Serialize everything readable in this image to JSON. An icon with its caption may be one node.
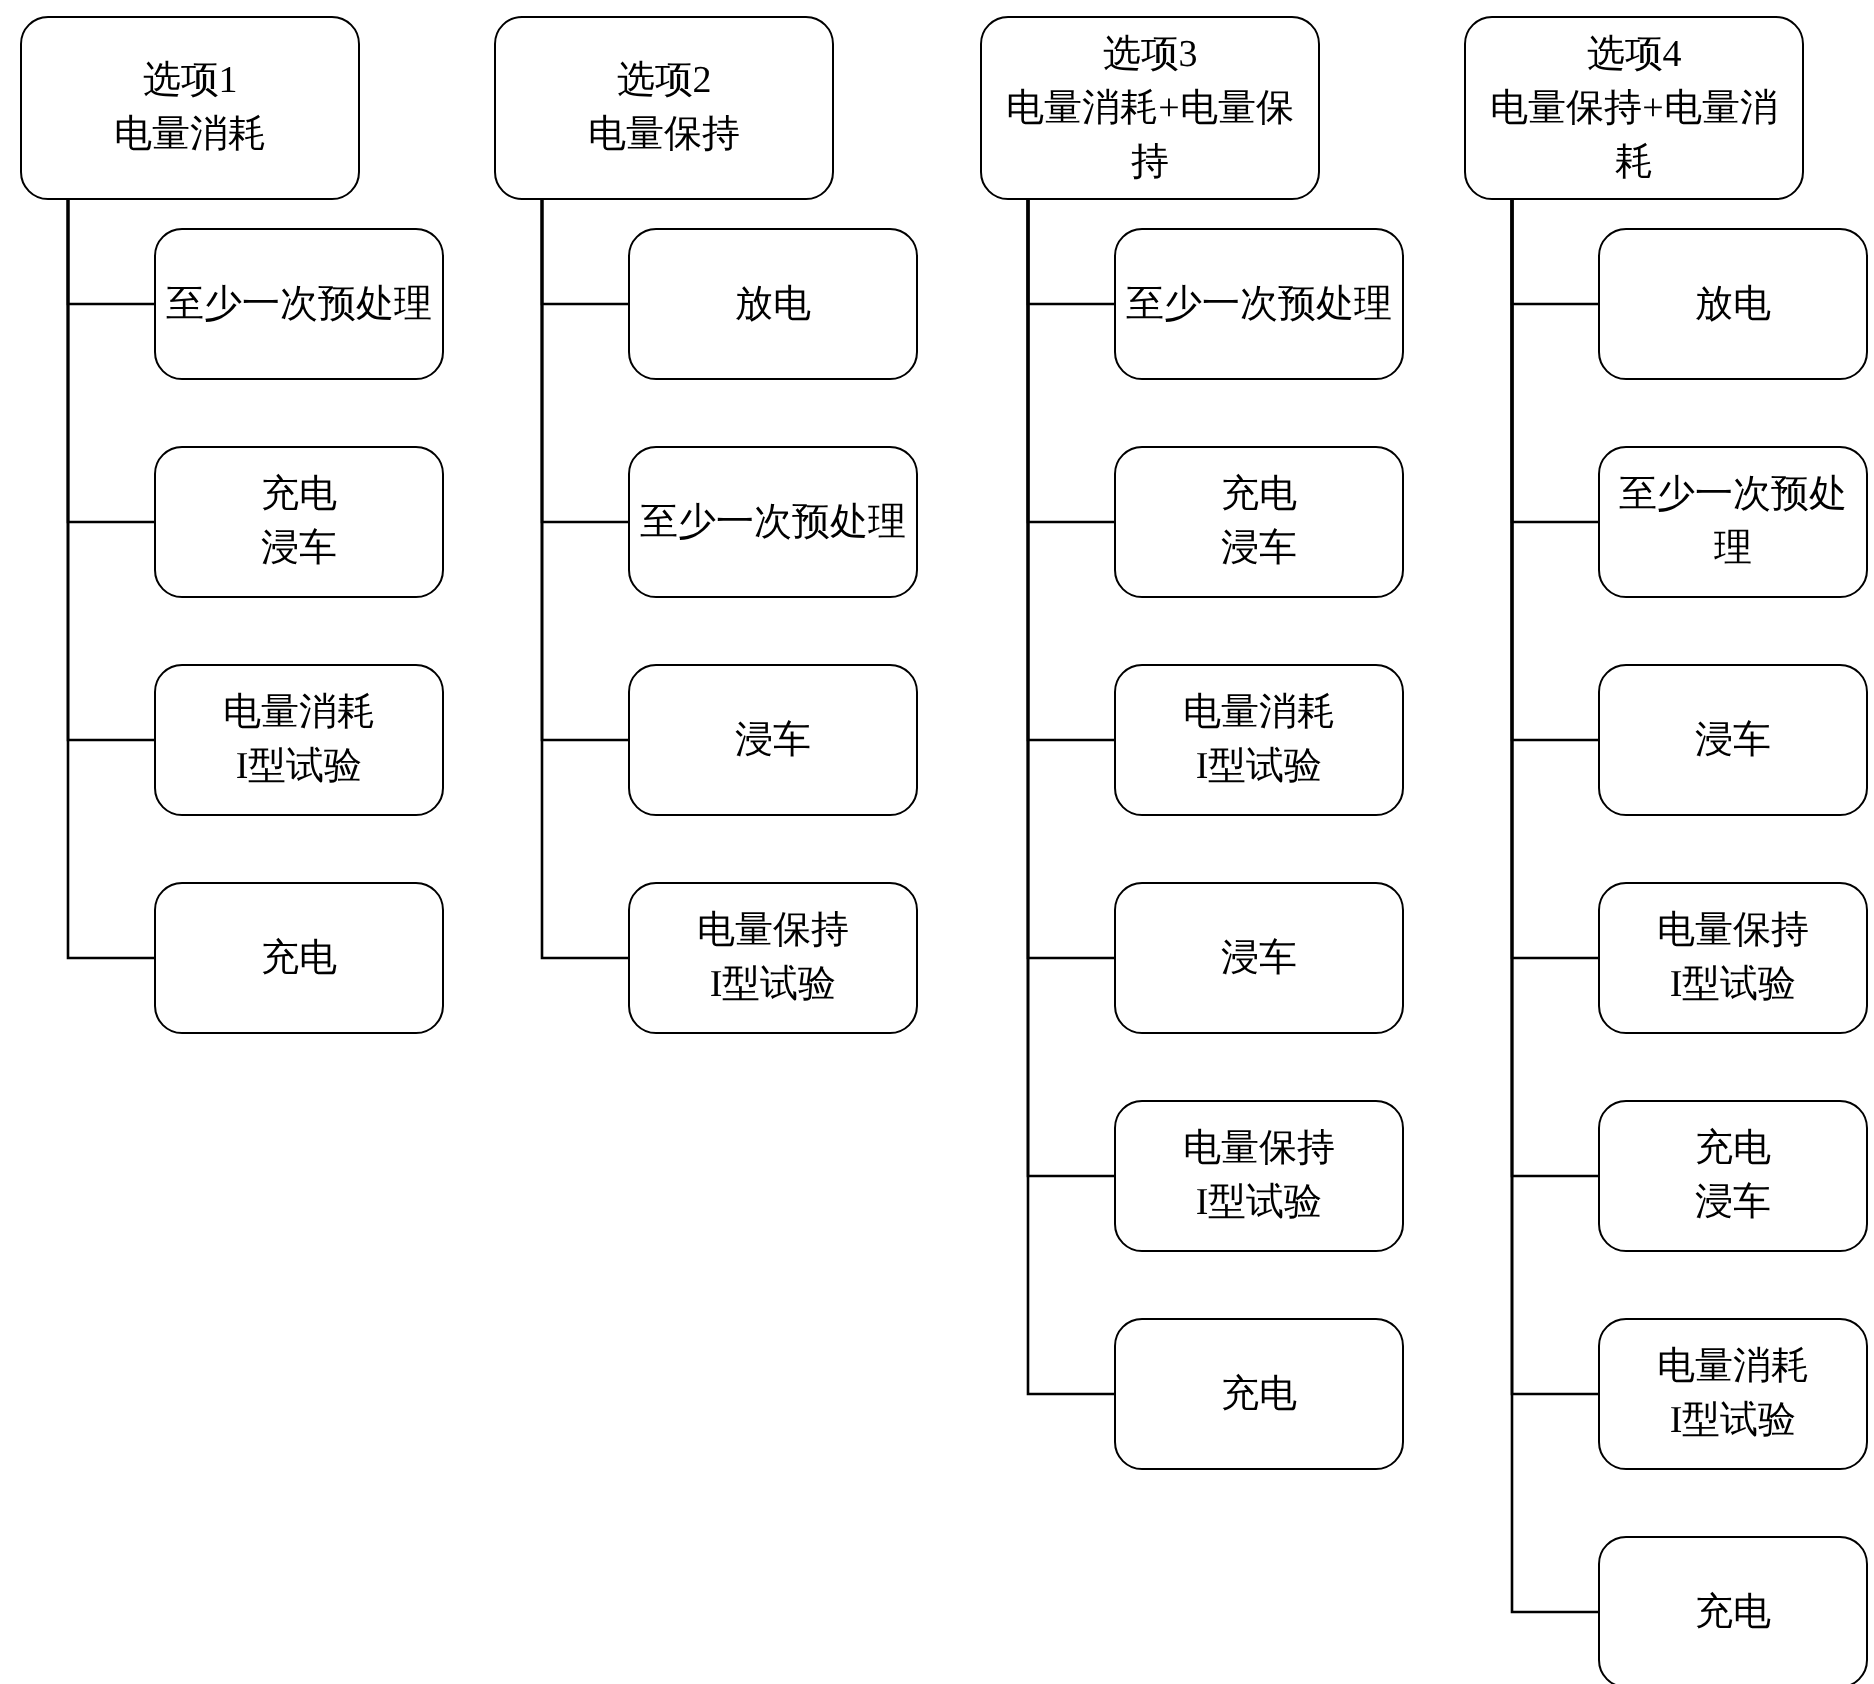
{
  "diagram": {
    "nodes": [
      {
        "text": [
          "选项1",
          "电量消耗"
        ]
      },
      {
        "text": [
          "至少一次预处理"
        ]
      },
      {
        "text": [
          "充电",
          "浸车"
        ]
      },
      {
        "text": [
          "电量消耗",
          "I型试验"
        ]
      },
      {
        "text": [
          "充电"
        ]
      },
      {
        "text": [
          "选项2",
          "电量保持"
        ]
      },
      {
        "text": [
          "放电"
        ]
      },
      {
        "text": [
          "至少一次预处理"
        ]
      },
      {
        "text": [
          "浸车"
        ]
      },
      {
        "text": [
          "电量保持",
          "I型试验"
        ]
      },
      {
        "text": [
          "选项3",
          "电量消耗+电量保持"
        ]
      },
      {
        "text": [
          "至少一次预处理"
        ]
      },
      {
        "text": [
          "充电",
          "浸车"
        ]
      },
      {
        "text": [
          "电量消耗",
          "I型试验"
        ]
      },
      {
        "text": [
          "浸车"
        ]
      },
      {
        "text": [
          "电量保持",
          "I型试验"
        ]
      },
      {
        "text": [
          "充电"
        ]
      },
      {
        "text": [
          "选项4",
          "电量保持+电量消耗"
        ]
      },
      {
        "text": [
          "放电"
        ]
      },
      {
        "text": [
          "至少一次预处理"
        ]
      },
      {
        "text": [
          "浸车"
        ]
      },
      {
        "text": [
          "电量保持",
          "I型试验"
        ]
      },
      {
        "text": [
          "充电",
          "浸车"
        ]
      },
      {
        "text": [
          "电量消耗",
          "I型试验"
        ]
      },
      {
        "text": [
          "充电"
        ]
      }
    ],
    "edges": [
      {
        "from": 0,
        "to": 1,
        "arrow": "none"
      },
      {
        "from": 0,
        "to": 2,
        "arrow": "none"
      },
      {
        "from": 0,
        "to": 3,
        "arrow": "none"
      },
      {
        "from": 0,
        "to": 4,
        "arrow": "none"
      },
      {
        "from": 5,
        "to": 6,
        "arrow": "none"
      },
      {
        "from": 5,
        "to": 7,
        "arrow": "none"
      },
      {
        "from": 5,
        "to": 8,
        "arrow": "none"
      },
      {
        "from": 5,
        "to": 9,
        "arrow": "none"
      },
      {
        "from": 10,
        "to": 11,
        "arrow": "none"
      },
      {
        "from": 10,
        "to": 12,
        "arrow": "none"
      },
      {
        "from": 10,
        "to": 13,
        "arrow": "none"
      },
      {
        "from": 10,
        "to": 14,
        "arrow": "none"
      },
      {
        "from": 10,
        "to": 15,
        "arrow": "none"
      },
      {
        "from": 10,
        "to": 16,
        "arrow": "none"
      },
      {
        "from": 17,
        "to": 18,
        "arrow": "none"
      },
      {
        "from": 17,
        "to": 19,
        "arrow": "none"
      },
      {
        "from": 17,
        "to": 20,
        "arrow": "none"
      },
      {
        "from": 17,
        "to": 21,
        "arrow": "none"
      },
      {
        "from": 17,
        "to": 22,
        "arrow": "none"
      },
      {
        "from": 17,
        "to": 23,
        "arrow": "none"
      },
      {
        "from": 17,
        "to": 24,
        "arrow": "none"
      }
    ]
  }
}
